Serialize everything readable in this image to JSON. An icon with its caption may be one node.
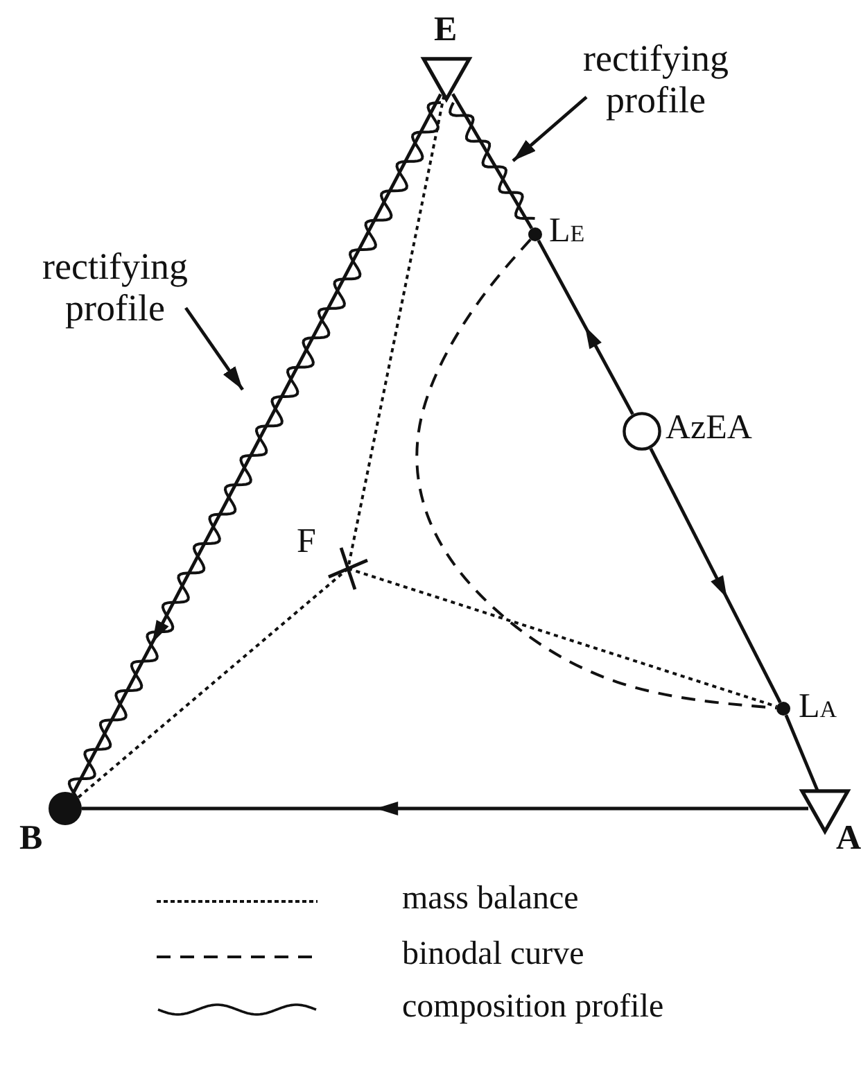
{
  "diagram": {
    "nodes": [
      {
        "text": [
          "E"
        ]
      },
      {
        "text": [
          "rectifying profile"
        ]
      },
      {
        "text": [
          "L$_{E}$"
        ]
      },
      {
        "text": [
          "rectifying profile"
        ]
      },
      {
        "text": [
          "AzEA"
        ]
      },
      {
        "text": [
          "F"
        ]
      },
      {
        "text": [
          "L$_{A}$"
        ]
      },
      {
        "text": [
          "B"
        ]
      },
      {
        "text": [
          "A"
        ]
      }
    ],
    "edges": [
      {
        "from": 8,
        "to": 7,
        "arrow": "to"
      },
      {
        "from": 0,
        "to": 7,
        "arrow": "to"
      },
      {
        "from": 4,
        "to": 2,
        "arrow": "to"
      },
      {
        "from": 2,
        "to": 0,
        "arrow": "none"
      },
      {
        "from": 4,
        "to": 6,
        "arrow": "to"
      },
      {
        "from": 6,
        "to": 8,
        "arrow": "none"
      },
      {
        "from": 0,
        "to": 5,
        "arrow": "none",
        "style": "dashed"
      },
      {
        "from": 5,
        "to": 7,
        "arrow": "none",
        "style": "dashed"
      },
      {
        "from": 5,
        "to": 6,
        "arrow": "none",
        "style": "dashed"
      },
      {
        "from": 2,
        "to": 6,
        "arrow": "none",
        "style": "dashed"
      },
      {
        "from": 1,
        "to": null,
        "arrow": "to"
      },
      {
        "from": 3,
        "to": null,
        "arrow": "to"
      }
    ],
    "legend": [
      {
        "text": "mass balance"
      },
      {
        "text": "binodal curve"
      },
      {
        "text": "composition profile"
      }
    ]
  }
}
